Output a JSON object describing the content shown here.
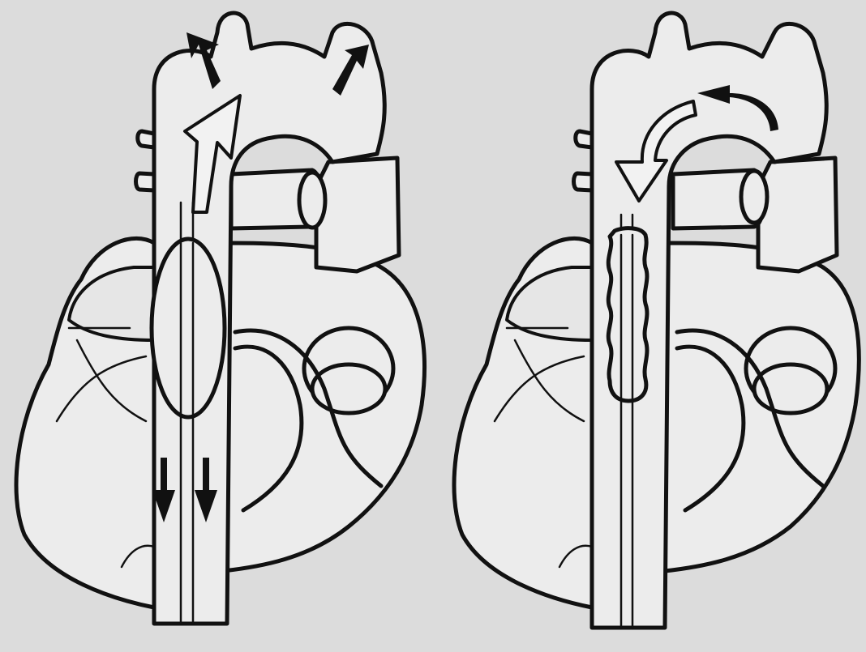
{
  "figure": {
    "panels": [
      {
        "id": "inflation",
        "balloon_state": "inflated",
        "arch_flow": "forward-up",
        "descending_flow": "down"
      },
      {
        "id": "deflation",
        "balloon_state": "deflated",
        "arch_flow": "retrograde-down"
      }
    ],
    "colors": {
      "background": "#dcdcdc",
      "ink": "#111111",
      "vessel_fill": "#ececec"
    }
  }
}
